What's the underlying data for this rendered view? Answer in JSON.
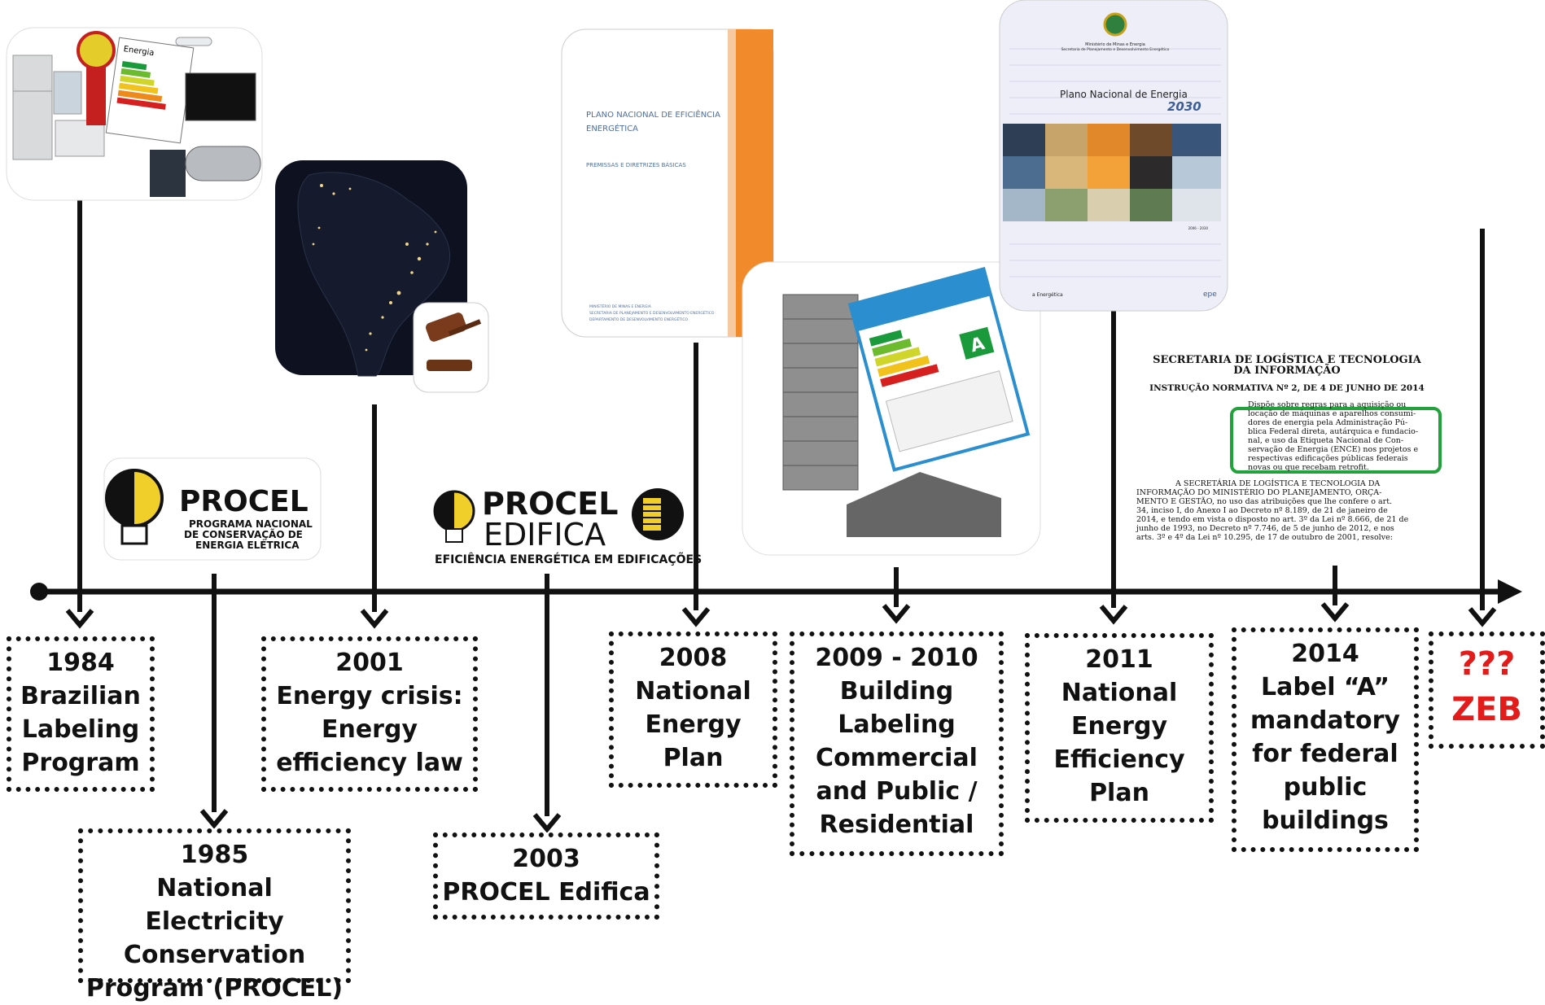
{
  "events": [
    {
      "id": "1984",
      "lines": [
        "1984",
        "Brazilian",
        "Labeling",
        "Program"
      ]
    },
    {
      "id": "1985",
      "lines": [
        "1985",
        "National Electricity",
        "Conservation",
        "Program (PROCEL)"
      ]
    },
    {
      "id": "2001",
      "lines": [
        "2001",
        "Energy crisis:",
        "Energy",
        "efficiency law"
      ]
    },
    {
      "id": "2003",
      "lines": [
        "2003",
        "PROCEL Edifica"
      ]
    },
    {
      "id": "2008",
      "lines": [
        "2008",
        "National",
        "Energy",
        "Plan"
      ]
    },
    {
      "id": "2009",
      "lines": [
        "2009 - 2010",
        "Building",
        "Labeling",
        "Commercial",
        "and Public /",
        "Residential"
      ]
    },
    {
      "id": "2011",
      "lines": [
        "2011",
        "National",
        "Energy",
        "Efficiency",
        "Plan"
      ]
    },
    {
      "id": "2014",
      "lines": [
        "2014",
        "Label “A”",
        "mandatory",
        "for federal",
        "public",
        "buildings"
      ]
    },
    {
      "id": "zeb",
      "lines": [
        "???",
        "ZEB"
      ]
    }
  ],
  "procel_logo": {
    "name": "PROCEL",
    "subtitle_lines": [
      "PROGRAMA NACIONAL",
      "DE CONSERVAÇÃO DE",
      "ENERGIA ELÉTRICA"
    ]
  },
  "procel_edifica_logo": {
    "line1": "PROCEL",
    "line2": "EDIFICA",
    "tagline": "EFICIÊNCIA ENERGÉTICA EM EDIFICAÇÕES"
  },
  "energy_label": {
    "heading": "Energia"
  },
  "pnef_cover": {
    "title_lines": [
      "PLANO NACIONAL DE EFICIÊNCIA",
      "ENERGÉTICA"
    ],
    "subtitle": "PREMISSAS E DIRETRIZES BÁSICAS",
    "footer_lines": [
      "MINISTÉRIO DE MINAS E ENERGIA",
      "SECRETARIA DE PLANEJAMENTO E DESENVOLVIMENTO ENERGÉTICO",
      "DEPARTAMENTO DE DESENVOLVIMENTO ENERGÉTICO"
    ]
  },
  "pne_cover": {
    "ministry_lines": [
      "Ministério de Minas e Energia",
      "Secretaria de Planejamento e Desenvolvimento Energético"
    ],
    "title": "Plano Nacional de Energia",
    "year": "2030",
    "period": "2006 - 2030",
    "footer_left": "a Energética",
    "footer_right": "epe"
  },
  "building_label": {
    "grade": "A"
  },
  "normative": {
    "heading_lines": [
      "SECRETARIA DE LOGÍSTICA E TECNOLOGIA",
      "DA INFORMAÇÃO"
    ],
    "subheading": "INSTRUÇÃO NORMATIVA Nº 2, DE 4 DE JUNHO DE 2014",
    "summary_lines": [
      "Dispõe sobre regras para a aquisição ou",
      "locação de máquinas e aparelhos consumi-",
      "dores de energia pela Administração Pú-",
      "blica Federal direta, autárquica e fundacio-",
      "nal, e uso da Etiqueta Nacional de Con-",
      "servação de Energia (ENCE) nos projetos e",
      "respectivas edificações públicas federais",
      "novas ou que recebam retrofit."
    ],
    "body_lines": [
      "A SECRETÁRIA DE LOGÍSTICA E TECNOLOGIA DA",
      "INFORMAÇÃO DO MINISTÉRIO DO PLANEJAMENTO, ORÇA-",
      "MENTO E GESTÃO, no uso das atribuições que lhe confere o art.",
      "34, inciso I, do Anexo I ao Decreto nº 8.189, de 21 de janeiro de",
      "2014, e tendo em vista o disposto no art. 3º da Lei nº 8.666, de 21 de",
      "junho de 1993, no Decreto nº 7.746, de 5 de junho de 2012, e nos",
      "arts. 3º e 4º da Lei nº 10.295, de 17 de outubro de 2001, resolve:"
    ]
  },
  "colors": {
    "axis": "#111111",
    "zeb": "#e21b1b",
    "highlight": "#22a23a",
    "orange": "#f08a2a"
  }
}
